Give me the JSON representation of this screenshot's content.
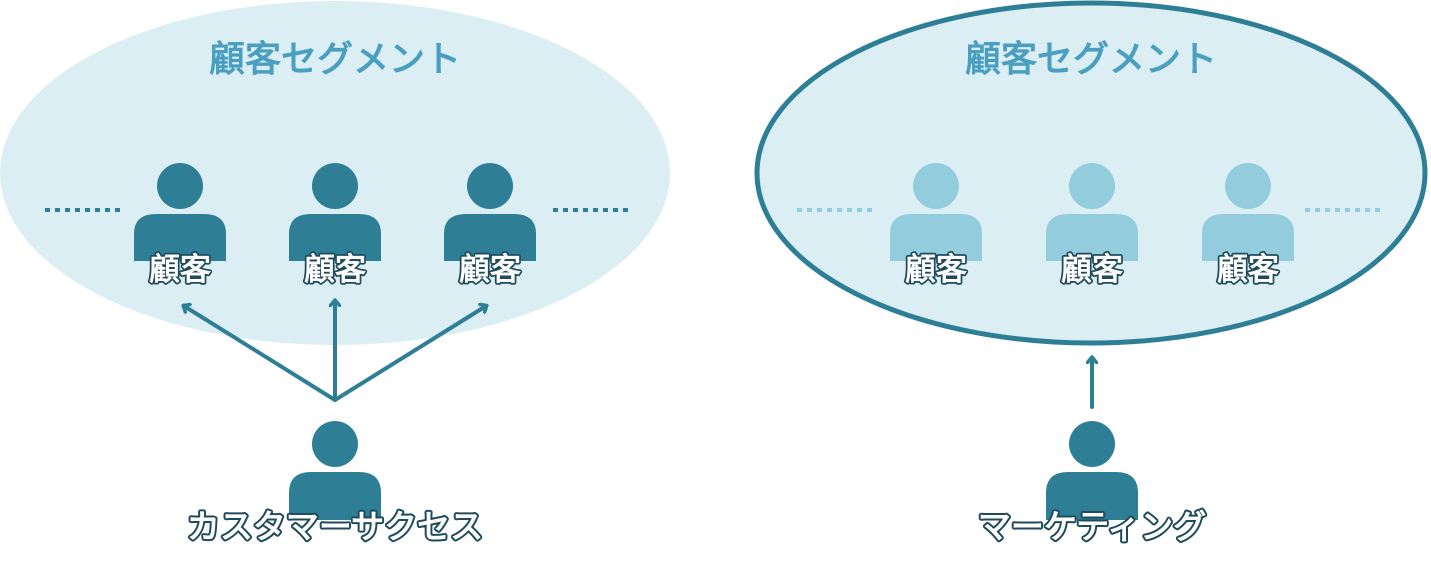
{
  "colors": {
    "segment_fill": "#dbeef4",
    "segment_border": "#2e7f96",
    "title_text": "#4a9fc0",
    "person_dark": "#2e7f96",
    "person_light": "#93cddd",
    "arrow": "#2e7f96",
    "label_text": "#ffffff",
    "label_glow": "#1e4a5c"
  },
  "left_panel": {
    "segment_title": "顧客セグメント",
    "customers": [
      {
        "label": "顧客",
        "icon": "person-icon"
      },
      {
        "label": "顧客",
        "icon": "person-icon"
      },
      {
        "label": "顧客",
        "icon": "person-icon"
      }
    ],
    "actor": {
      "label": "カスタマーサクセス",
      "icon": "person-icon"
    },
    "arrow_targets": "each customer"
  },
  "right_panel": {
    "segment_title": "顧客セグメント",
    "customers": [
      {
        "label": "顧客",
        "icon": "person-icon"
      },
      {
        "label": "顧客",
        "icon": "person-icon"
      },
      {
        "label": "顧客",
        "icon": "person-icon"
      }
    ],
    "actor": {
      "label": "マーケティング",
      "icon": "person-icon"
    },
    "arrow_targets": "whole segment"
  }
}
